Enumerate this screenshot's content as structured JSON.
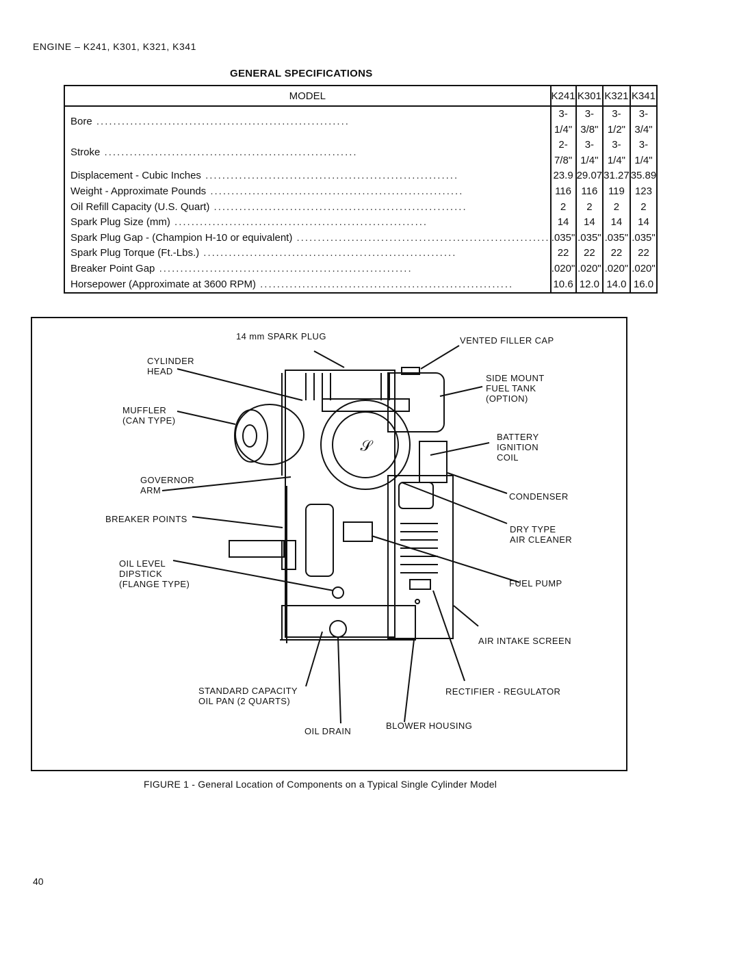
{
  "header": {
    "engine_line": "ENGINE – K241, K301, K321, K341"
  },
  "specs": {
    "title": "GENERAL SPECIFICATIONS",
    "column_header": "MODEL",
    "models": [
      "K241",
      "K301",
      "K321",
      "K341"
    ],
    "rows": [
      {
        "label": "Bore",
        "values": [
          "3-1/4\"",
          "3-3/8\"",
          "3-1/2\"",
          "3-3/4\""
        ]
      },
      {
        "label": "Stroke",
        "values": [
          "2-7/8\"",
          "3-1/4\"",
          "3-1/4\"",
          "3-1/4\""
        ]
      },
      {
        "label": "Displacement - Cubic Inches",
        "values": [
          "23.9",
          "29.07",
          "31.27",
          "35.89"
        ]
      },
      {
        "label": "Weight - Approximate Pounds",
        "values": [
          "116",
          "116",
          "119",
          "123"
        ]
      },
      {
        "label": "Oil Refill Capacity (U.S. Quart)",
        "values": [
          "2",
          "2",
          "2",
          "2"
        ]
      },
      {
        "label": "Spark Plug Size (mm)",
        "values": [
          "14",
          "14",
          "14",
          "14"
        ]
      },
      {
        "label": "Spark Plug Gap - (Champion H-10 or equivalent)",
        "values": [
          ".035\"",
          ".035\"",
          ".035\"",
          ".035\""
        ]
      },
      {
        "label": "Spark Plug Torque (Ft.-Lbs.)",
        "values": [
          "22",
          "22",
          "22",
          "22"
        ]
      },
      {
        "label": "Breaker Point Gap",
        "values": [
          ".020\"",
          ".020\"",
          ".020\"",
          ".020\""
        ]
      },
      {
        "label": "Horsepower (Approximate at 3600 RPM)",
        "values": [
          "10.6",
          "12.0",
          "14.0",
          "16.0"
        ]
      }
    ]
  },
  "figure": {
    "labels": {
      "spark_plug": "14 mm SPARK PLUG",
      "filler_cap": "VENTED FILLER CAP",
      "cylinder_head": "CYLINDER\nHEAD",
      "fuel_tank": "SIDE MOUNT\nFUEL TANK\n(OPTION)",
      "muffler": "MUFFLER\n(CAN TYPE)",
      "ignition_coil": "BATTERY\nIGNITION\nCOIL",
      "governor_arm": "GOVERNOR\nARM",
      "condenser": "CONDENSER",
      "breaker_points": "BREAKER POINTS",
      "air_cleaner": "DRY TYPE\nAIR CLEANER",
      "dipstick": "OIL LEVEL\nDIPSTICK\n(FLANGE TYPE)",
      "fuel_pump": "FUEL PUMP",
      "intake_screen": "AIR INTAKE SCREEN",
      "oil_pan": "STANDARD CAPACITY\nOIL PAN (2 QUARTS)",
      "rectifier": "RECTIFIER - REGULATOR",
      "oil_drain": "OIL DRAIN",
      "blower_housing": "BLOWER HOUSING"
    },
    "caption": "FIGURE 1 - General Location of Components on a Typical Single Cylinder Model"
  },
  "page_number": "40"
}
